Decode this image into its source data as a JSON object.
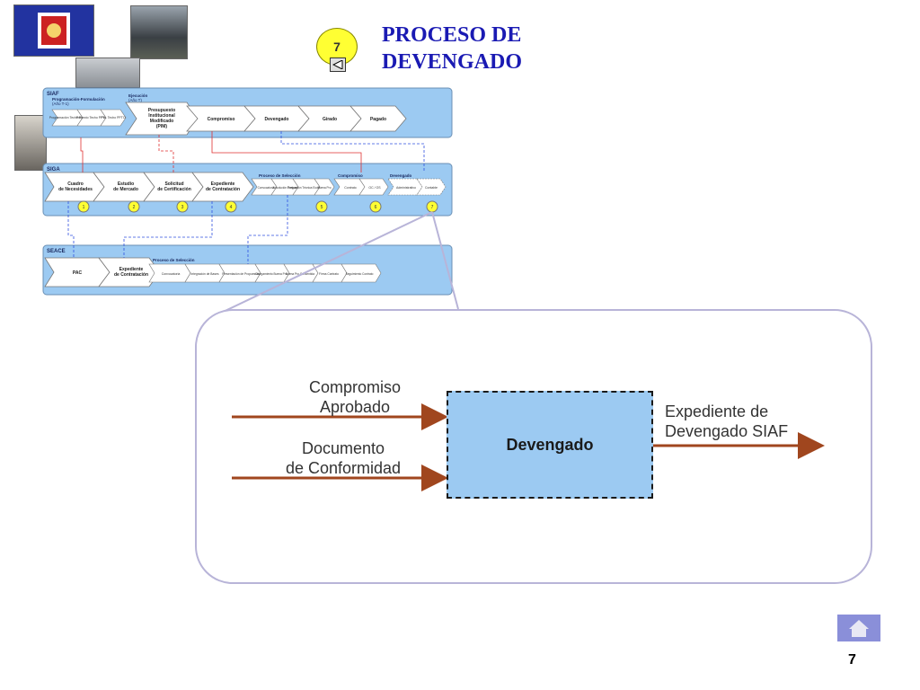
{
  "slide": {
    "title_line1": "PROCESO DE",
    "title_line2": "DEVENGADO",
    "badge_number": "7",
    "page_number": "7"
  },
  "flow_overview": {
    "siaf": {
      "label": "SIAF",
      "group1_label": "Programación-Formulación",
      "group1_sub": "(Año T-1)",
      "group2_label": "Ejecución",
      "group2_sub": "(Año T)",
      "small_steps": [
        "Programación Techo PPTO",
        "Proyecto Techo PPTO",
        "Pro. Techo PPTO"
      ],
      "steps": [
        "Presupuesto Institucional Modificado (PIM)",
        "Compromiso",
        "Devengado",
        "Girado",
        "Pagado"
      ]
    },
    "siga": {
      "label": "SIGA",
      "steps": [
        "Cuadro de Necesidades",
        "Estudio de Mercado",
        "Solicitud de Certificación",
        "Expediente de Contratación"
      ],
      "group_seleccion": "Proceso de Selección",
      "seleccion_steps": [
        "Convocatoria",
        "Absolución Preguntas",
        "Evaluación Técnica Económica",
        "Buena Pro"
      ],
      "group_compromiso": "Compromiso",
      "compromiso_steps": [
        "Contrato",
        "OC / OS"
      ],
      "group_devengado": "Devengado",
      "devengado_steps": [
        "Administrativo",
        "Contable"
      ],
      "markers": [
        "1",
        "2",
        "3",
        "4",
        "5",
        "6",
        "7"
      ]
    },
    "seace": {
      "label": "SEACE",
      "steps": [
        "PAC",
        "Expediente de Contratación"
      ],
      "group_seleccion": "Proceso de Selección",
      "seleccion_steps": [
        "Convocatoria",
        "Integración de Bases",
        "Presentación de Propuestas",
        "Otorgamiento Buena Pro",
        "Buena Pro Consentida",
        "Firma Contrato",
        "Seguimiento Contrato"
      ]
    }
  },
  "detail": {
    "input1_line1": "Compromiso",
    "input1_line2": "Aprobado",
    "input2_line1": "Documento",
    "input2_line2": "de Conformidad",
    "box_label": "Devengado",
    "output_line1": "Expediente de",
    "output_line2": "Devengado SIAF"
  },
  "colors": {
    "title": "#1a1ab3",
    "band": "#9ccaf2",
    "arrow": "#a0461e",
    "badge": "#ffff33",
    "home": "#8a8fd9"
  },
  "icons": [
    "peru-seal-icon",
    "home-icon",
    "back-arrow-icon"
  ]
}
